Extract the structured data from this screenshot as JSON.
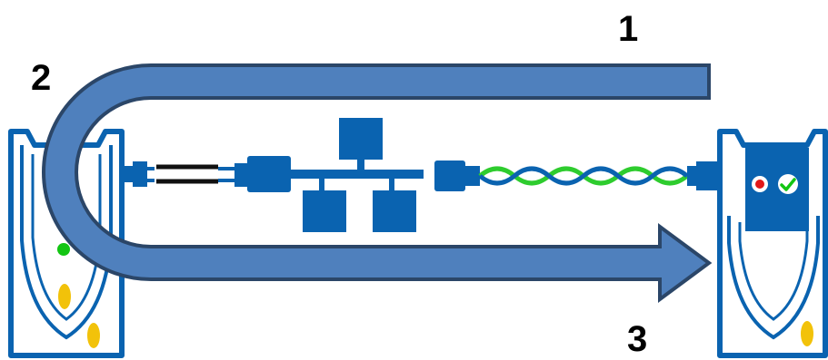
{
  "steps": [
    {
      "id": "1",
      "label": "1"
    },
    {
      "id": "2",
      "label": "2"
    },
    {
      "id": "3",
      "label": "3"
    }
  ],
  "colors": {
    "device_blue": "#0a63b0",
    "arrow_fill": "#4f80bd",
    "arrow_stroke": "#2b4668",
    "cable_green": "#2ecc2e",
    "led_green": "#13c513",
    "led_yellow": "#f2c20a",
    "status_red": "#e21818",
    "cable_black": "#111111"
  },
  "icons": {
    "left_device": "cable-tester-main-unit",
    "right_device": "cable-tester-remote-unit",
    "network": "network-switch-topology-icon",
    "status_fail": "red-dot-icon",
    "status_pass": "green-check-icon"
  }
}
